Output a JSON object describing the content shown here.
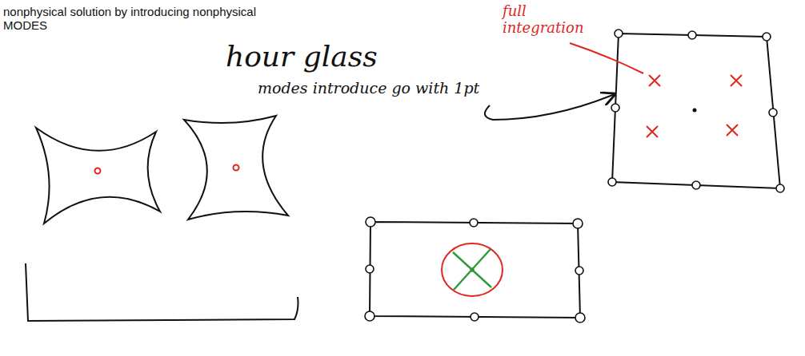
{
  "diagram": {
    "labels": [
      "nonphysical solution by introducing nonphysical MODES",
      "full integration",
      "hour glass",
      "modes introduce go with 1pt"
    ]
  }
}
